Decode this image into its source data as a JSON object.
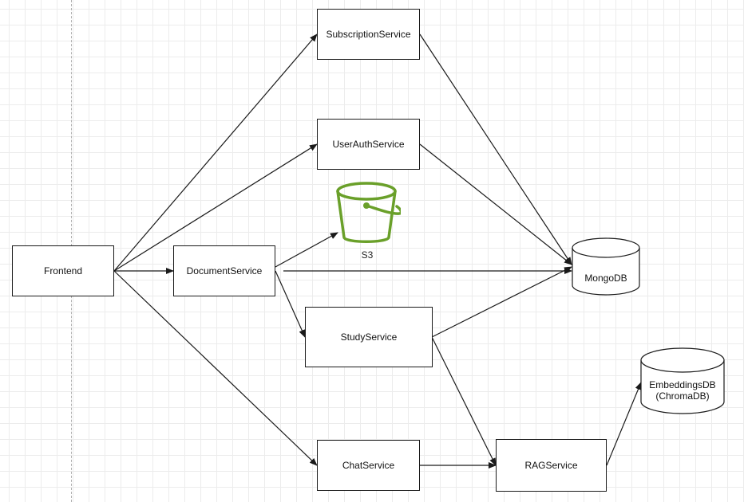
{
  "nodes": {
    "frontend": "Frontend",
    "subscription_service": "SubscriptionService",
    "user_auth_service": "UserAuthService",
    "document_service": "DocumentService",
    "study_service": "StudyService",
    "chat_service": "ChatService",
    "rag_service": "RAGService"
  },
  "databases": {
    "mongodb": "MongoDB",
    "embeddings_line1": "EmbeddingsDB",
    "embeddings_line2": "(ChromaDB)"
  },
  "storage": {
    "s3_label": "S3",
    "icon": "s3-bucket-icon"
  },
  "colors": {
    "line": "#1a1a1a",
    "s3_green": "#6aa02a",
    "grid": "#ececec"
  }
}
